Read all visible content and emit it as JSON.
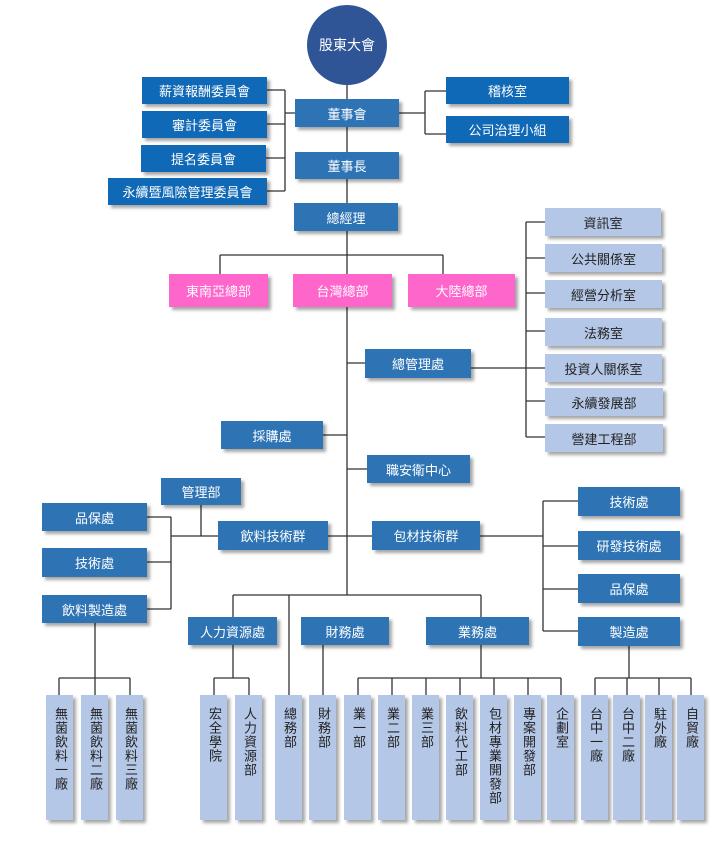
{
  "colors": {
    "committee": "#1069b7",
    "main": "#2e74b5",
    "region": "#ff66cc",
    "staff": "#b4c7e7",
    "top": "#2f5597"
  },
  "top": "股東大會",
  "committees": [
    "薪資報酬委員會",
    "審計委員會",
    "提名委員會",
    "永續暨風險管理委員會"
  ],
  "board": "董事會",
  "board_units": [
    "稽核室",
    "公司治理小組"
  ],
  "chairman": "董事長",
  "president": "總經理",
  "regions": [
    "東南亞總部",
    "台灣總部",
    "大陸總部"
  ],
  "admin": "總管理處",
  "admin_units": [
    "資訊室",
    "公共關係室",
    "經營分析室",
    "法務室",
    "投資人關係室",
    "永續發展部",
    "營建工程部"
  ],
  "procurement": "採購處",
  "safety": "職安衛中心",
  "beverage": {
    "name": "飲料技術群",
    "mgmt": "管理部",
    "units": [
      "品保處",
      "技術處",
      "飲料製造處"
    ],
    "plants": [
      "無菌飲料一廠",
      "無菌飲料二廠",
      "無菌飲料三廠"
    ]
  },
  "packaging": {
    "name": "包材技術群",
    "units": [
      "技術處",
      "研發技術處",
      "品保處",
      "製造處"
    ],
    "plants": [
      "台中一廠",
      "台中二廠",
      "駐外廠",
      "自貿廠"
    ]
  },
  "hr": {
    "name": "人力資源處",
    "units": [
      "宏全學院",
      "人力資源部"
    ]
  },
  "general_affairs": "總務部",
  "finance": {
    "name": "財務處",
    "units": [
      "財務部"
    ]
  },
  "sales": {
    "name": "業務處",
    "units": [
      "業一部",
      "業二部",
      "業三部",
      "飲料代工部",
      "包材專業開發部",
      "專案開發部",
      "企劃室"
    ]
  }
}
